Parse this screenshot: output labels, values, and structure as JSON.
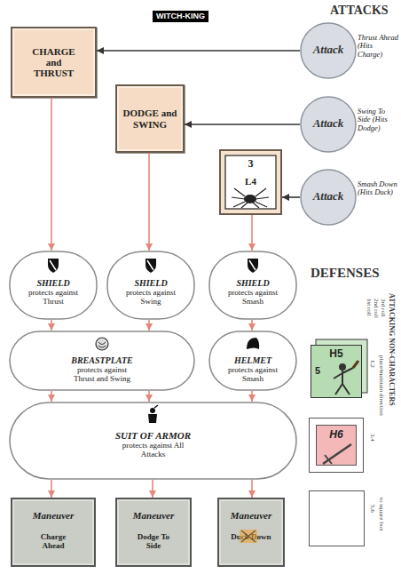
{
  "diagram": {
    "title": "WITCH-KING",
    "nodes": [
      {
        "text": [
          "CHARGE and THRUST"
        ]
      },
      {
        "text": [
          "Attack",
          "Thrust Ahead (Hits Charge)"
        ]
      },
      {
        "text": [
          "DODGE and SWING"
        ]
      },
      {
        "text": [
          "Attack",
          "Swing To Side (Hits Dodge)"
        ]
      },
      {
        "text": [
          "3",
          "L4"
        ]
      },
      {
        "text": [
          "Attack",
          "Smash Down (Hits Duck)"
        ]
      },
      {
        "text": [
          "SHIELD",
          "protects against Thrust"
        ]
      },
      {
        "text": [
          "SHIELD",
          "protects against Swing"
        ]
      },
      {
        "text": [
          "SHIELD",
          "protects against Smash"
        ]
      },
      {
        "text": [
          "BREASTPLATE",
          "protects against Thrust and Swing"
        ]
      },
      {
        "text": [
          "HELMET",
          "protects against Smash"
        ]
      },
      {
        "text": [
          "SUIT OF ARMOR",
          "protects against All Attacks"
        ]
      },
      {
        "text": [
          "Maneuver",
          "Charge Ahead"
        ]
      },
      {
        "text": [
          "Maneuver",
          "Dodge To Side"
        ]
      },
      {
        "text": [
          "Maneuver",
          "Duck Down"
        ]
      },
      {
        "text": [
          "H5",
          "5"
        ]
      },
      {
        "text": [
          "H6"
        ]
      }
    ],
    "edges": [
      {
        "from": 1,
        "to": 0,
        "arrow": "to"
      },
      {
        "from": 3,
        "to": 2,
        "arrow": "to"
      },
      {
        "from": 5,
        "to": 4,
        "arrow": "to"
      },
      {
        "from": 0,
        "to": 6,
        "arrow": "to"
      },
      {
        "from": 2,
        "to": 7,
        "arrow": "to"
      },
      {
        "from": 4,
        "to": 8,
        "arrow": "to"
      },
      {
        "from": 6,
        "to": 9,
        "arrow": "to"
      },
      {
        "from": 7,
        "to": 9,
        "arrow": "to"
      },
      {
        "from": 8,
        "to": 10,
        "arrow": "to"
      },
      {
        "from": 9,
        "to": 11,
        "arrow": "to"
      },
      {
        "from": 9,
        "to": 11,
        "arrow": "to"
      },
      {
        "from": 10,
        "to": 11,
        "arrow": "to"
      },
      {
        "from": 11,
        "to": 12,
        "arrow": "to"
      },
      {
        "from": 11,
        "to": 13,
        "arrow": "to"
      },
      {
        "from": 11,
        "to": 14,
        "arrow": "to"
      }
    ],
    "labels": [
      "ATTACKS",
      "DEFENSES",
      "ATTACKING NON-CHARACTERS",
      "1st roll",
      "2nd roll",
      "3rd roll",
      "1,2",
      "3,4",
      "5,6",
      "place/maintain direction",
      "to square box"
    ]
  }
}
